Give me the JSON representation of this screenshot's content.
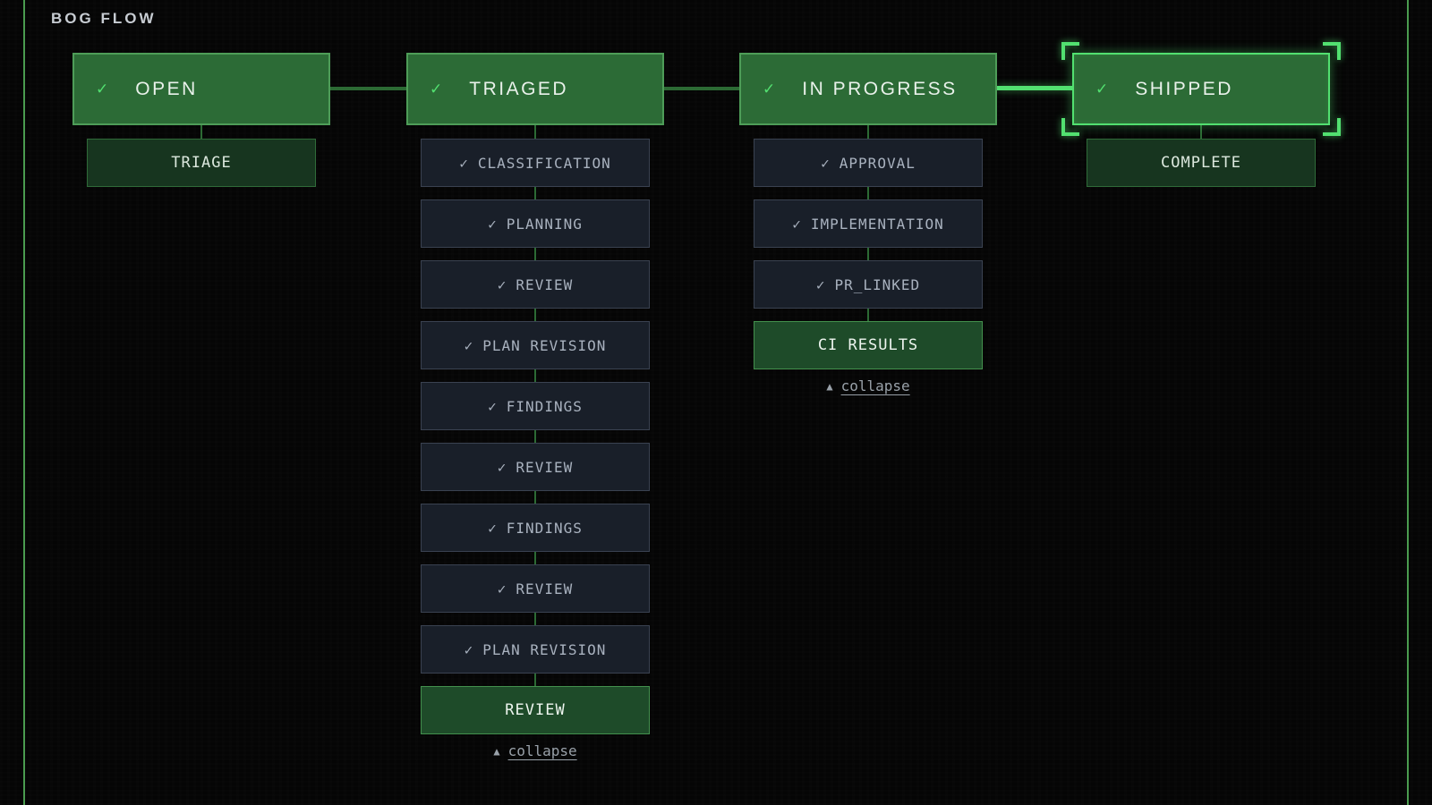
{
  "title": "BOG FLOW",
  "glyphs": {
    "check": "✓",
    "collapse_icon": "▲"
  },
  "labels": {
    "collapse": "collapse"
  },
  "colors": {
    "background": "#050505",
    "frame_green": "#4a9b4f",
    "stage_fill": "#2c6b36",
    "stage_border": "#4e9d58",
    "selected_bright_green": "#52e070",
    "connector_green": "#2c6a34",
    "step_fill": "#191f29",
    "step_border": "#3a4251",
    "step_text": "#a9b2bf",
    "terminal_fill": "#17351f",
    "active_fill": "#1e4b29"
  },
  "stages": [
    {
      "id": "open",
      "label": "OPEN",
      "checked": true,
      "selected": false,
      "collapsible": false,
      "steps": [
        {
          "label": "TRIAGE",
          "state": "terminal",
          "checked": false
        }
      ]
    },
    {
      "id": "triaged",
      "label": "TRIAGED",
      "checked": true,
      "selected": false,
      "collapsible": true,
      "steps": [
        {
          "label": "CLASSIFICATION",
          "state": "done",
          "checked": true
        },
        {
          "label": "PLANNING",
          "state": "done",
          "checked": true
        },
        {
          "label": "REVIEW",
          "state": "done",
          "checked": true
        },
        {
          "label": "PLAN REVISION",
          "state": "done",
          "checked": true
        },
        {
          "label": "FINDINGS",
          "state": "done",
          "checked": true
        },
        {
          "label": "REVIEW",
          "state": "done",
          "checked": true
        },
        {
          "label": "FINDINGS",
          "state": "done",
          "checked": true
        },
        {
          "label": "REVIEW",
          "state": "done",
          "checked": true
        },
        {
          "label": "PLAN REVISION",
          "state": "done",
          "checked": true
        },
        {
          "label": "REVIEW",
          "state": "active",
          "checked": false
        }
      ]
    },
    {
      "id": "in-progress",
      "label": "IN PROGRESS",
      "checked": true,
      "selected": false,
      "collapsible": true,
      "steps": [
        {
          "label": "APPROVAL",
          "state": "done",
          "checked": true
        },
        {
          "label": "IMPLEMENTATION",
          "state": "done",
          "checked": true
        },
        {
          "label": "PR_LINKED",
          "state": "done",
          "checked": true
        },
        {
          "label": "CI RESULTS",
          "state": "active",
          "checked": false
        }
      ]
    },
    {
      "id": "shipped",
      "label": "SHIPPED",
      "checked": true,
      "selected": true,
      "collapsible": false,
      "steps": [
        {
          "label": "COMPLETE",
          "state": "terminal",
          "checked": false
        }
      ]
    }
  ]
}
